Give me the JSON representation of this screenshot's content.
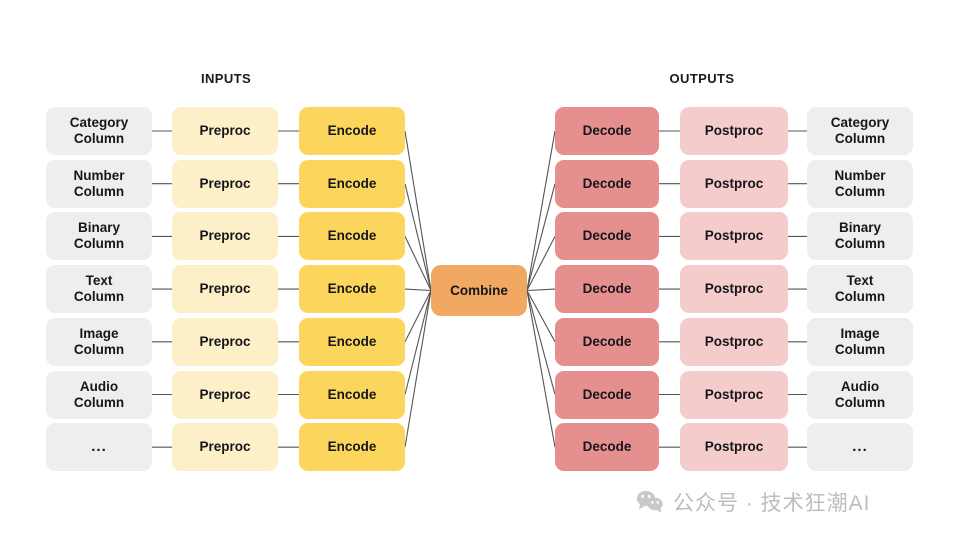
{
  "headers": {
    "inputs": "INPUTS",
    "outputs": "OUTPUTS"
  },
  "labels": {
    "preproc": "Preproc",
    "encode": "Encode",
    "decode": "Decode",
    "postproc": "Postproc",
    "combine": "Combine"
  },
  "rows": [
    {
      "input_column": "Category\nColumn",
      "output_column": "Category\nColumn"
    },
    {
      "input_column": "Number\nColumn",
      "output_column": "Number\nColumn"
    },
    {
      "input_column": "Binary\nColumn",
      "output_column": "Binary\nColumn"
    },
    {
      "input_column": "Text\nColumn",
      "output_column": "Text\nColumn"
    },
    {
      "input_column": "Image\nColumn",
      "output_column": "Image\nColumn"
    },
    {
      "input_column": "Audio\nColumn",
      "output_column": "Audio\nColumn"
    },
    {
      "input_column": "...",
      "output_column": "..."
    }
  ],
  "watermark": {
    "icon": "wechat-icon",
    "text": "公众号 · 技术狂潮AI"
  },
  "colors": {
    "column_box": "#eeeeee",
    "preproc": "#fdefc8",
    "encode": "#fcd65c",
    "decode": "#e58f8f",
    "postproc": "#f5cccc",
    "combine": "#f0a862",
    "edge": "#555555",
    "background": "#ffffff",
    "watermark": "#bdbdbd"
  }
}
